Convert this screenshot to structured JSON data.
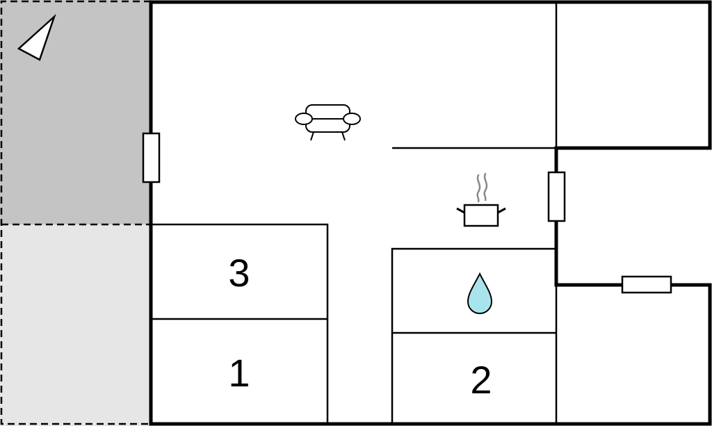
{
  "rooms": [
    {
      "id": "room-3",
      "label": "3"
    },
    {
      "id": "room-1",
      "label": "1"
    },
    {
      "id": "room-2",
      "label": "2"
    }
  ],
  "icons": {
    "compass": "north-arrow-icon",
    "living": "sofa-icon",
    "kitchen": "cooking-pot-icon",
    "bathroom": "water-drop-icon"
  },
  "colors": {
    "wall": "#000000",
    "terrace_dark": "#c4c4c4",
    "terrace_light": "#e6e6e6",
    "water": "#a8e4ec",
    "steam": "#888888"
  }
}
